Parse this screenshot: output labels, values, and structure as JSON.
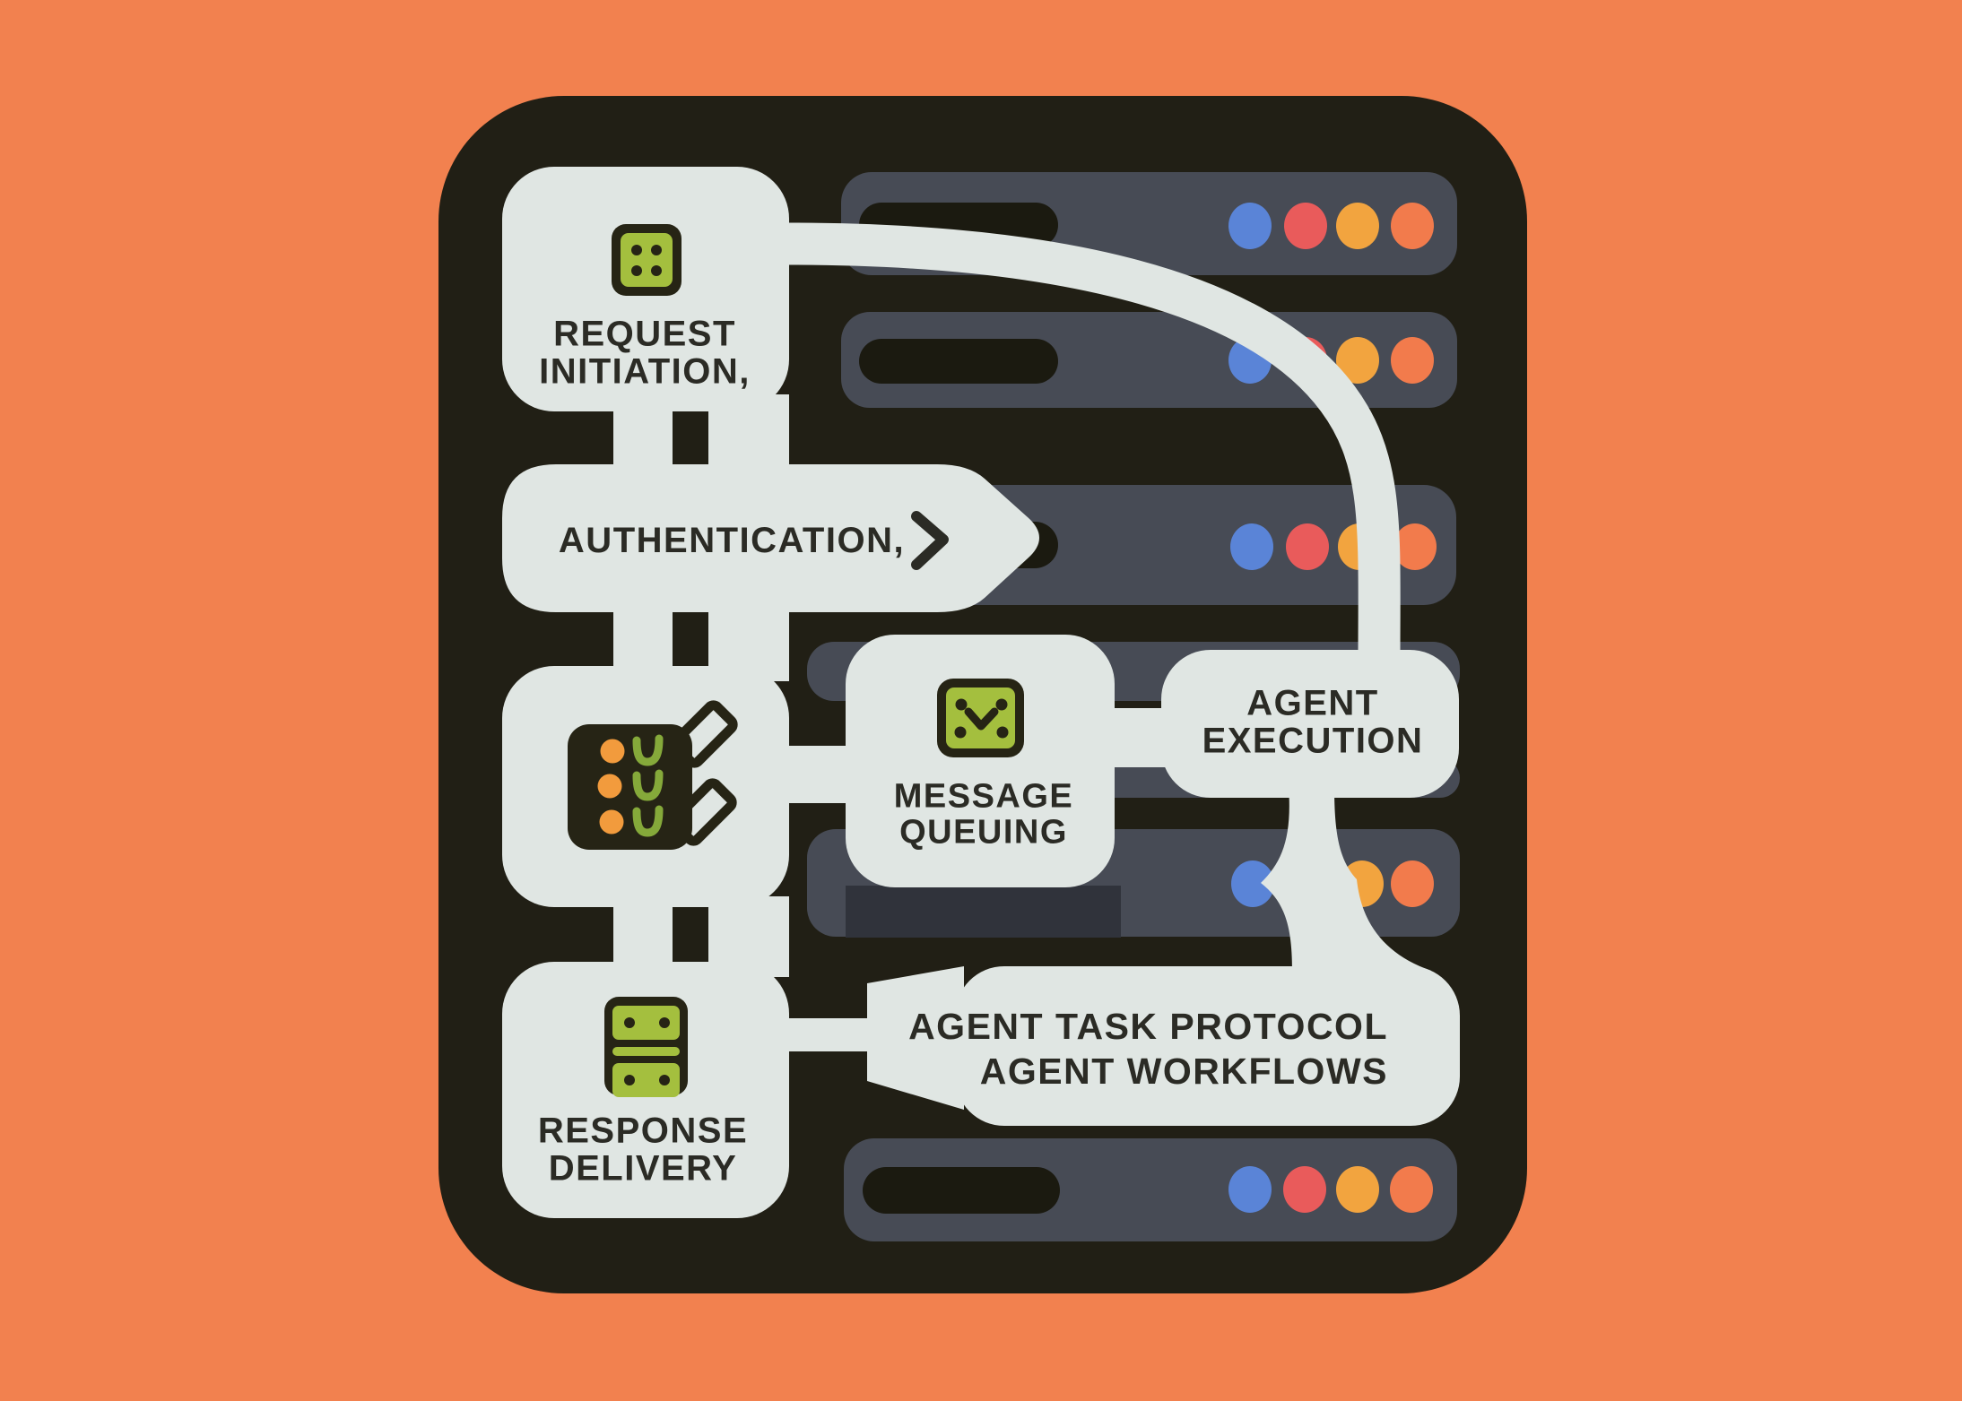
{
  "nodes": {
    "request_initiation": {
      "label": "REQUEST\nINITIATION,"
    },
    "authentication": {
      "label": "AUTHENTICATION,"
    },
    "message_queuing": {
      "label": "MESSAGE\nQUEUING"
    },
    "agent_execution": {
      "label": "AGENT\nEXECUTION"
    },
    "agent_task_protocol": {
      "label": "AGENT TASK PROTOCOL\nAGENT WORKFLOWS"
    },
    "response_delivery": {
      "label": "RESPONSE\nDELIVERY"
    }
  },
  "server_rack": {
    "row_count": 6,
    "led_sequence": [
      "blue",
      "red",
      "orange",
      "coral"
    ]
  },
  "icons": [
    "dice-icon",
    "chevron-right-icon",
    "task-list-icon",
    "message-check-icon",
    "server-stack-icon"
  ],
  "colors": {
    "background": "#F2814F",
    "panel": "#211F15",
    "bar": "#474B55",
    "bar_shadow": "#30333B",
    "bar_slot": "#1B1A10",
    "box": "#E0E6E3",
    "text": "#2B2B25",
    "icon_green": "#A4BF3E",
    "icon_green_mark": "#85A93A",
    "icon_dark": "#262415",
    "task_dot_orange": "#F29B3D",
    "led_blue": "#5A84D7",
    "led_red": "#E95B5B",
    "led_orange": "#F2A43F",
    "led_coral": "#F27B4C"
  }
}
